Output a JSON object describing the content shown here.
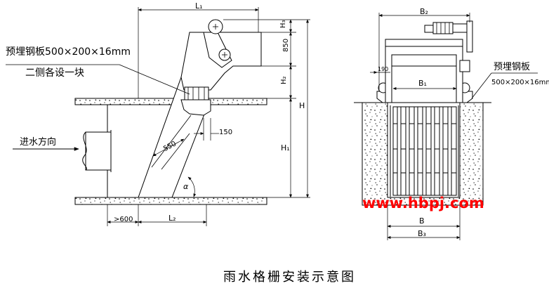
{
  "title": "雨水格栅安装示意图",
  "watermark": "www.hbpj.com",
  "labels": {
    "embedded_plate_left": "预埋钢板500×200×16mm",
    "each_side": "二侧各设一块",
    "water_direction": "进水方向",
    "embedded_plate_right": "预埋钢板",
    "embedded_plate_right_size": "500×200×16mm"
  },
  "dimensions": {
    "L1": "L₁",
    "L2": "L₂",
    "H": "H",
    "H1": "H₁",
    "H2": "H₂",
    "H3": "H₃",
    "d850": "850",
    "d150": "150",
    "d550": "550",
    "d600": ">600",
    "alpha": "α",
    "B": "B",
    "B1": "B₁",
    "B2": "B₂",
    "B3": "B₃",
    "d190": "190"
  },
  "colors": {
    "line": "#000000",
    "watermark": "#ff0000",
    "background": "#ffffff"
  }
}
